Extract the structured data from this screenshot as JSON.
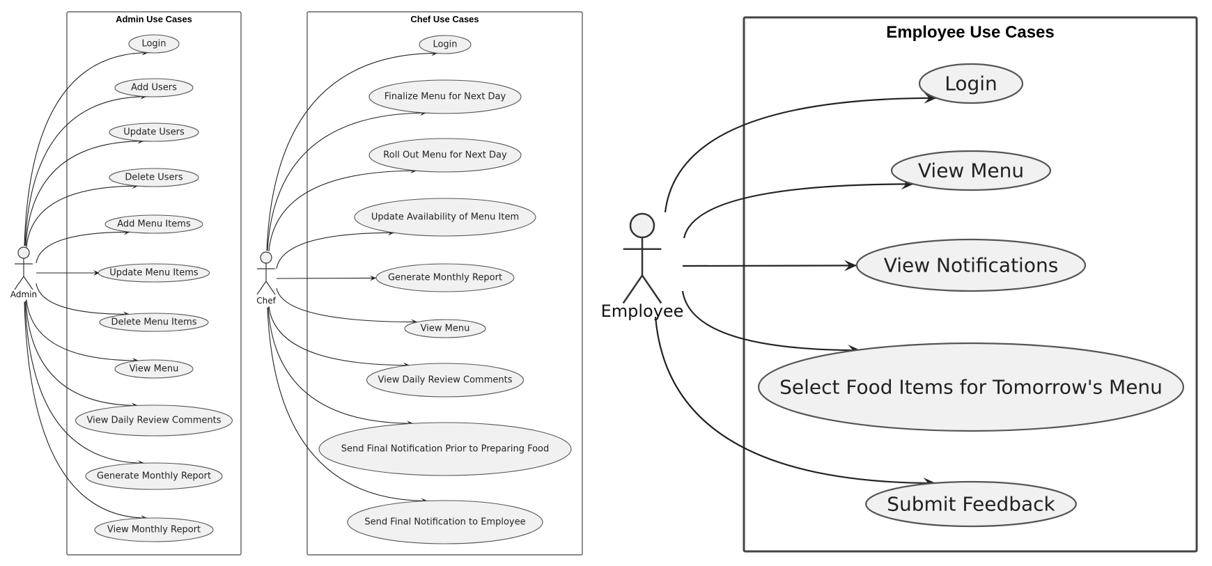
{
  "diagrams": [
    {
      "id": "admin",
      "title": "Admin Use Cases",
      "actor": "Admin",
      "use_cases": [
        "Login",
        "Add Users",
        "Update Users",
        "Delete Users",
        "Add Menu Items",
        "Update Menu Items",
        "Delete Menu Items",
        "View Menu",
        "View Daily Review Comments",
        "Generate Monthly Report",
        "View Monthly Report"
      ]
    },
    {
      "id": "chef",
      "title": "Chef Use Cases",
      "actor": "Chef",
      "use_cases": [
        "Login",
        "Finalize Menu for Next Day",
        "Roll Out Menu for Next Day",
        "Update Availability of Menu Item",
        "Generate Monthly Report",
        "View Menu",
        "View Daily Review Comments",
        "Send Final Notification Prior to Preparing Food",
        "Send Final Notification to Employee"
      ]
    },
    {
      "id": "employee",
      "title": "Employee Use Cases",
      "actor": "Employee",
      "use_cases": [
        "Login",
        "View Menu",
        "View Notifications",
        "Select Food Items for Tomorrow's Menu",
        "Submit Feedback"
      ]
    }
  ],
  "colors": {
    "usecase_fill": "#f1f1f1",
    "usecase_stroke": "#555555",
    "boundary_stroke": "#444444",
    "line": "#222222"
  }
}
